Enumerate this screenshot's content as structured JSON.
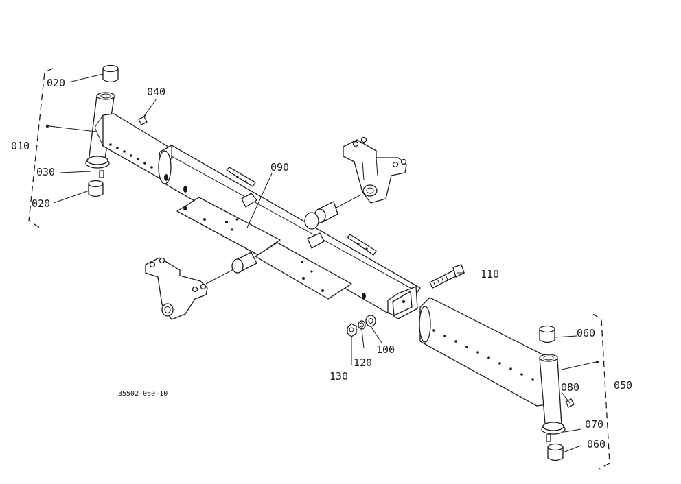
{
  "parts": {
    "p010": "010",
    "p020a": "020",
    "p020b": "020",
    "p030": "030",
    "p040": "040",
    "p050": "050",
    "p060a": "060",
    "p060b": "060",
    "p070": "070",
    "p080": "080",
    "p090": "090",
    "p100": "100",
    "p110": "110",
    "p120": "120",
    "p130": "130"
  },
  "drawing_code": "35502-060-10"
}
